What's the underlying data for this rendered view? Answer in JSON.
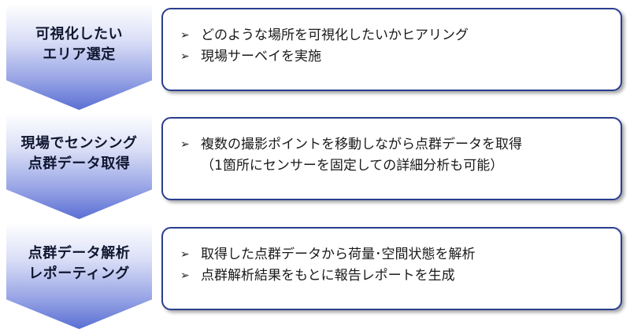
{
  "steps": [
    {
      "label_lines": [
        "可視化したい",
        "エリア選定"
      ],
      "lines": [
        {
          "bullet": "➢",
          "text": "どのような場所を可視化したいかヒアリング"
        },
        {
          "bullet": "➢",
          "text": "現場サーベイを実施"
        }
      ]
    },
    {
      "label_lines": [
        "現場でセンシング",
        "点群データ取得"
      ],
      "lines": [
        {
          "bullet": "➢",
          "text": "複数の撮影ポイントを移動しながら点群データを取得"
        },
        {
          "bullet": "",
          "text": "（1箇所にセンサーを固定しての詳細分析も可能）"
        }
      ]
    },
    {
      "label_lines": [
        "点群データ解析",
        "レポーティング"
      ],
      "lines": [
        {
          "bullet": "➢",
          "text": "取得した点群データから荷量･空間状態を解析"
        },
        {
          "bullet": "➢",
          "text": "点群解析結果をもとに報告レポートを生成"
        }
      ]
    }
  ]
}
